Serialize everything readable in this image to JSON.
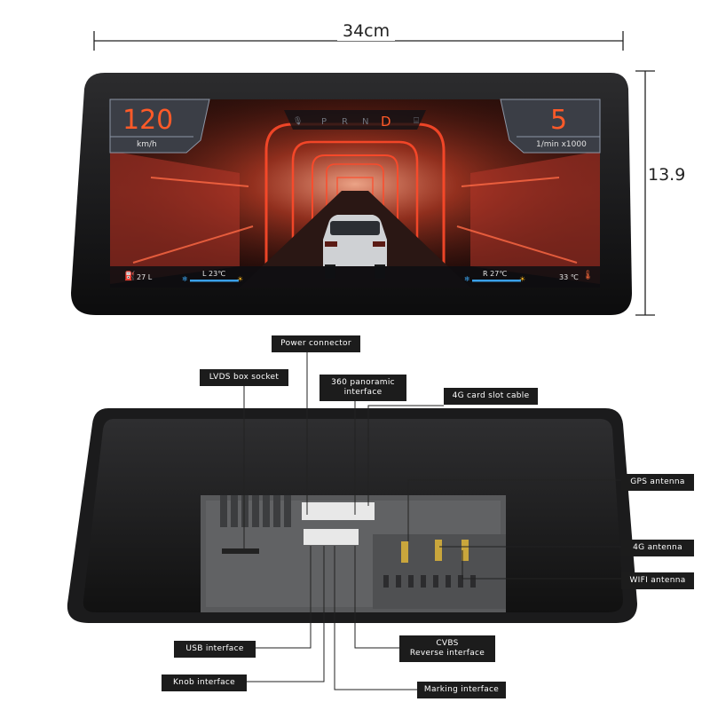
{
  "dimensions": {
    "width_label": "34cm",
    "height_label": "13.9"
  },
  "cluster": {
    "speed_value": "120",
    "speed_unit": "km/h",
    "rpm_value": "5",
    "rpm_unit": "1/min x1000",
    "gears": [
      "P",
      "R",
      "N",
      "D"
    ],
    "active_gear": "D",
    "fuel": "27 L",
    "left_climate": "L 23℃",
    "right_climate": "R 27℃",
    "outside_temp": "33 ℃",
    "colors": {
      "accent": "#ff5a28",
      "gear_active": "#ff5a28",
      "cool": "#3aa0e8",
      "warm": "#f3b11f"
    }
  },
  "interfaces": {
    "power_connector": "Power connector",
    "lvds_box_socket": "LVDS box socket",
    "panoramic_360": "360 panoramic\ninterface",
    "card_slot_4g": "4G card slot cable",
    "gps_antenna": "GPS antenna",
    "antenna_4g": "4G antenna",
    "wifi_antenna": "WIFI antenna",
    "usb_interface": "USB interface",
    "cvbs_reverse": "CVBS\nReverse interface",
    "knob_interface": "Knob interface",
    "marking_interface": "Marking interface"
  }
}
